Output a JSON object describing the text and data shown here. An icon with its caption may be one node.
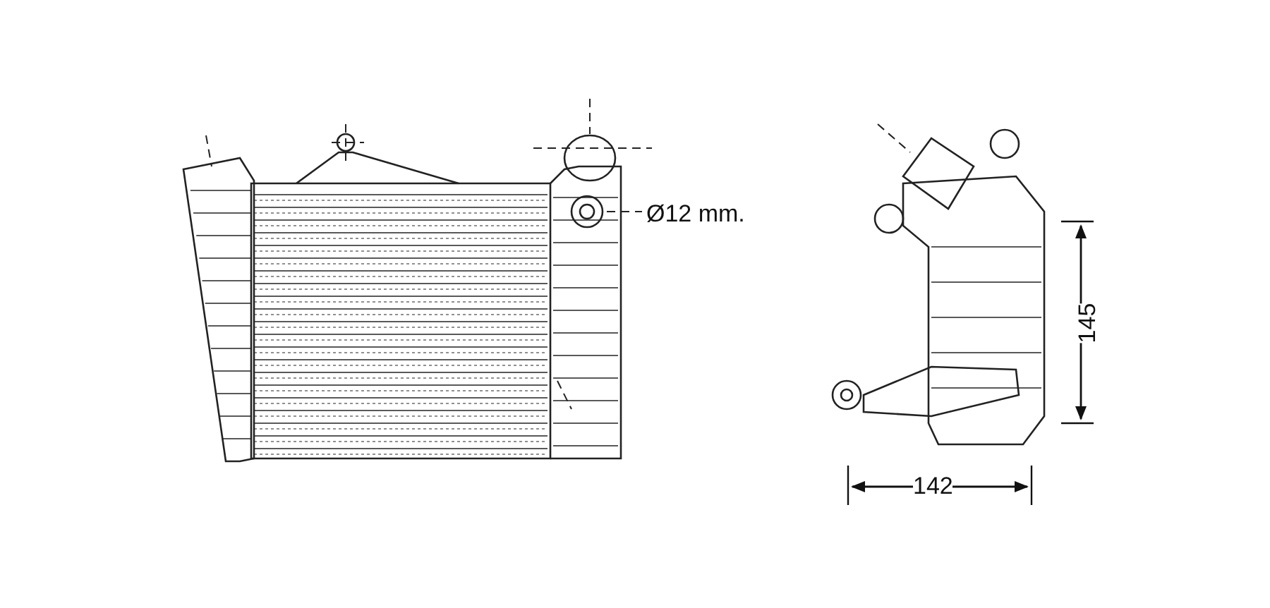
{
  "diagram": {
    "labels": [
      "Ø12 mm.",
      "145",
      "142"
    ]
  }
}
